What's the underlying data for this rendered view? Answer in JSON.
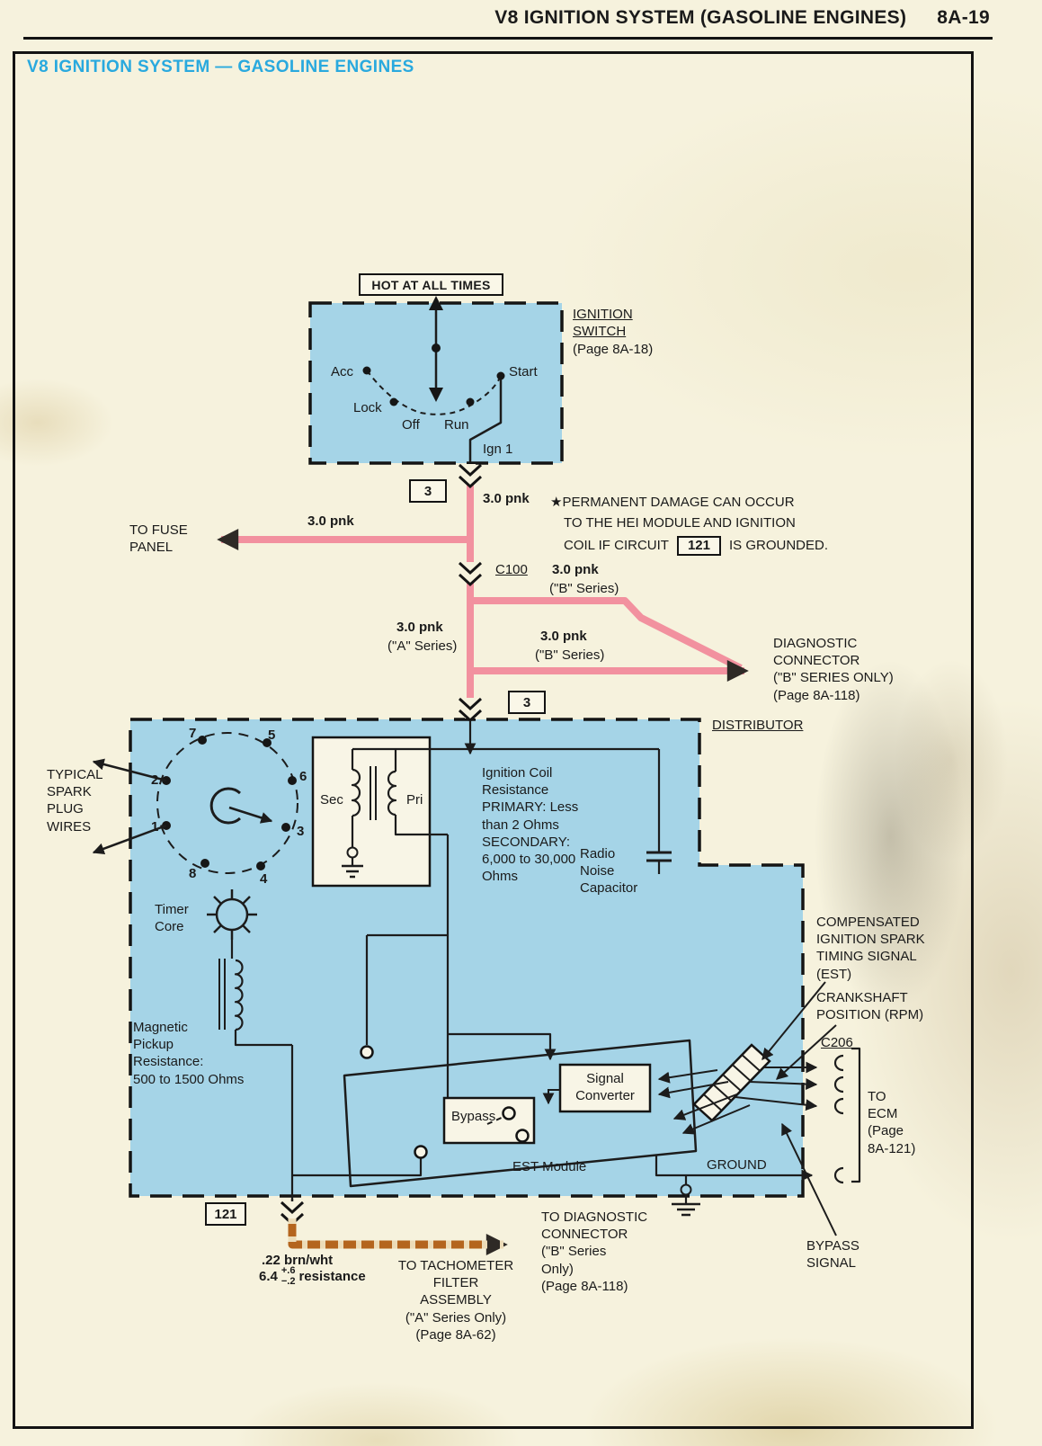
{
  "header": {
    "title": "V8 IGNITION SYSTEM (GASOLINE ENGINES)",
    "page_no": "8A-19"
  },
  "title": "V8 IGNITION SYSTEM — GASOLINE ENGINES",
  "hot_box": "HOT AT ALL TIMES",
  "ignition_switch": {
    "name": "IGNITION\nSWITCH",
    "page_ref": "(Page 8A-18)",
    "acc": "Acc",
    "lock": "Lock",
    "off": "Off",
    "run": "Run",
    "start": "Start",
    "ign1": "Ign 1"
  },
  "connectors": {
    "c3_top": "3",
    "c3_bottom": "3",
    "c100": "C100",
    "c206": "C206",
    "c121_box": "121"
  },
  "warning": {
    "line1": "★PERMANENT DAMAGE CAN OCCUR",
    "line2": "TO THE HEI MODULE AND IGNITION",
    "line3_pre": "COIL IF CIRCUIT",
    "circuit": "121",
    "line3_post": "IS GROUNDED."
  },
  "wires": {
    "ign_1": "3.0 pnk",
    "fuse": "3.0 pnk",
    "c100_b": "3.0 pnk",
    "c100_b_series": "(\"B\" Series)",
    "a": "3.0 pnk",
    "a_series": "(\"A\" Series)",
    "b": "3.0 pnk",
    "b_series": "(\"B\" Series)",
    "tach": ".22 brn/wht"
  },
  "tach_resistance": {
    "value": "6.4",
    "plus": "+.6",
    "minus": "−.2",
    "word": "resistance"
  },
  "spark": {
    "t1": "1",
    "t2": "2",
    "t3": "3",
    "t4": "4",
    "t5": "5",
    "t6": "6",
    "t7": "7",
    "t8": "8"
  },
  "coil": {
    "sec": "Sec",
    "pri": "Pri"
  },
  "labels": {
    "to_fuse_panel": "TO FUSE\nPANEL",
    "diagnostic_connector": "DIAGNOSTIC\nCONNECTOR\n(\"B\" SERIES ONLY)\n(Page 8A-118)",
    "distributor": "DISTRIBUTOR",
    "typical_spark": "TYPICAL\nSPARK\nPLUG\nWIRES",
    "coil_resistance": "Ignition Coil\nResistance\nPRIMARY: Less\nthan 2 Ohms\nSECONDARY:\n6,000 to 30,000\nOhms",
    "radio_noise": "Radio\nNoise\nCapacitor",
    "timer_core": "Timer\nCore",
    "magnetic_pickup": "Magnetic\nPickup\nResistance:\n500 to 1500 Ohms",
    "signal_converter": "Signal\nConverter",
    "bypass": "Bypass",
    "est_module": "EST Module",
    "ground": "GROUND",
    "compensated": "COMPENSATED\nIGNITION SPARK\nTIMING SIGNAL\n(EST)",
    "crankshaft": "CRANKSHAFT\nPOSITION (RPM)",
    "to_ecm": "TO\nECM\n(Page\n8A-121)",
    "bypass_signal": "BYPASS\nSIGNAL",
    "to_diag_bottom": "TO DIAGNOSTIC\nCONNECTOR\n(\"B\" Series\nOnly)\n(Page 8A-118)",
    "to_tach": "TO TACHOMETER\nFILTER\nASSEMBLY\n(\"A\" Series Only)\n(Page 8A-62)"
  },
  "colors": {
    "paper": "#f6f2dd",
    "diagram_blue": "#a5d4e7",
    "wire_pink": "#f2919f",
    "wire_brown": "#b4651e",
    "title_blue": "#29a9de"
  }
}
